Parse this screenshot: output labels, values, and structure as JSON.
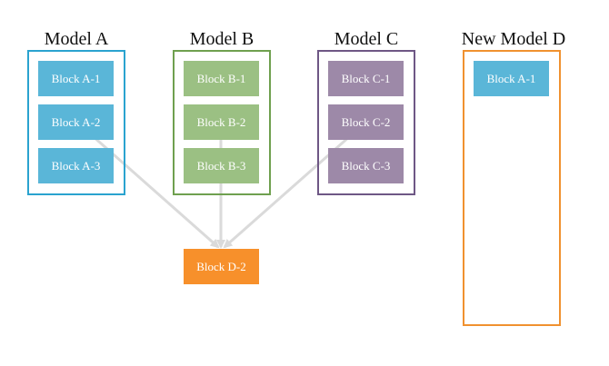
{
  "colors": {
    "model_a": "#5ab6d8",
    "model_b": "#9bc083",
    "model_c": "#9d89a8",
    "model_d": "#f0912f",
    "block_d": "#f7902b",
    "arrow": "#dadada"
  },
  "models": [
    {
      "title": "Model A",
      "blocks": [
        "Block A-1",
        "Block A-2",
        "Block A-3"
      ]
    },
    {
      "title": "Model B",
      "blocks": [
        "Block B-1",
        "Block B-2",
        "Block B-3"
      ]
    },
    {
      "title": "Model C",
      "blocks": [
        "Block C-1",
        "Block C-2",
        "Block C-3"
      ]
    },
    {
      "title": "New Model D",
      "blocks": [
        "Block A-1"
      ]
    }
  ],
  "merged_block": "Block D-2",
  "edges": [
    {
      "from": "Block A-2",
      "to": "Block D-2"
    },
    {
      "from": "Block B-2",
      "to": "Block D-2"
    },
    {
      "from": "Block C-2",
      "to": "Block D-2"
    }
  ]
}
